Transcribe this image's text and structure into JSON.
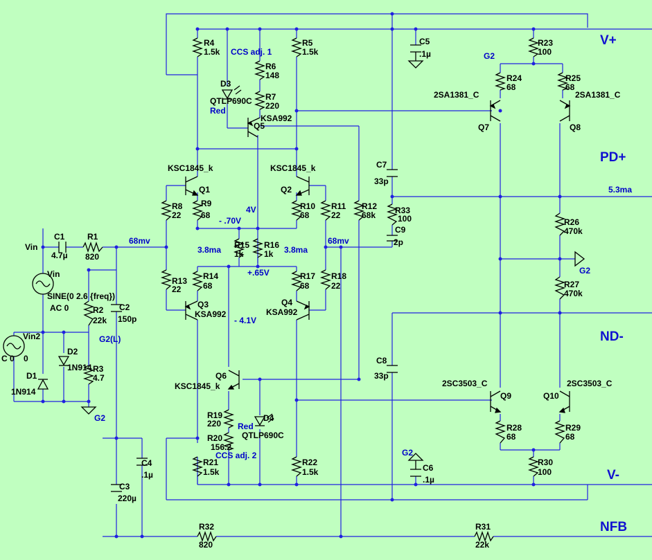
{
  "rails": {
    "vplus": "V+",
    "pdplus": "PD+",
    "ndminus": "ND-",
    "vminus": "V-",
    "nfb": "NFB"
  },
  "components": {
    "r1": {
      "ref": "R1",
      "value": "820"
    },
    "r2": {
      "ref": "R2",
      "value": "22k"
    },
    "r3": {
      "ref": "R3",
      "value": "4.7"
    },
    "r4": {
      "ref": "R4",
      "value": "1.5k"
    },
    "r5": {
      "ref": "R5",
      "value": "1.5k"
    },
    "r6": {
      "ref": "R6",
      "value": "148"
    },
    "r7": {
      "ref": "R7",
      "value": "220"
    },
    "r8": {
      "ref": "R8",
      "value": "22"
    },
    "r9": {
      "ref": "R9",
      "value": "68"
    },
    "r10": {
      "ref": "R10",
      "value": "68"
    },
    "r11": {
      "ref": "R11",
      "value": "22"
    },
    "r12": {
      "ref": "R12",
      "value": "68k"
    },
    "r13": {
      "ref": "R13",
      "value": "22"
    },
    "r14": {
      "ref": "R14",
      "value": "68"
    },
    "r15": {
      "ref": "R15",
      "value": "1k"
    },
    "r16": {
      "ref": "R16",
      "value": "1k"
    },
    "r17": {
      "ref": "R17",
      "value": "68"
    },
    "r18": {
      "ref": "R18",
      "value": "22"
    },
    "r19": {
      "ref": "R19",
      "value": "220"
    },
    "r20": {
      "ref": "R20",
      "value": "156.2"
    },
    "r21": {
      "ref": "R21",
      "value": "1.5k"
    },
    "r22": {
      "ref": "R22",
      "value": "1.5k"
    },
    "r23": {
      "ref": "R23",
      "value": "100"
    },
    "r24": {
      "ref": "R24",
      "value": "68"
    },
    "r25": {
      "ref": "R25",
      "value": "68"
    },
    "r26": {
      "ref": "R26",
      "value": "470k"
    },
    "r27": {
      "ref": "R27",
      "value": "470k"
    },
    "r28": {
      "ref": "R28",
      "value": "68"
    },
    "r29": {
      "ref": "R29",
      "value": "68"
    },
    "r30": {
      "ref": "R30",
      "value": "100"
    },
    "r31": {
      "ref": "R31",
      "value": "22k"
    },
    "r32": {
      "ref": "R32",
      "value": "820"
    },
    "r33": {
      "ref": "R33",
      "value": "100"
    },
    "c1": {
      "ref": "C1",
      "value": "4.7µ"
    },
    "c2": {
      "ref": "C2",
      "value": "150p"
    },
    "c3": {
      "ref": "C3",
      "value": "220µ"
    },
    "c4": {
      "ref": "C4",
      "value": ".1µ"
    },
    "c5": {
      "ref": "C5",
      "value": ".1µ"
    },
    "c6": {
      "ref": "C6",
      "value": ".1µ"
    },
    "c7": {
      "ref": "C7",
      "value": "33p"
    },
    "c8": {
      "ref": "C8",
      "value": "33p"
    },
    "c9": {
      "ref": "C9",
      "value": "2p"
    },
    "d1": {
      "ref": "D1",
      "value": "1N914"
    },
    "d2": {
      "ref": "D2",
      "value": "1N914"
    },
    "d3": {
      "ref": "D3",
      "value": "QTLP690C",
      "color": "Red"
    },
    "d4": {
      "ref": "D4",
      "value": "QTLP690C",
      "color": "Red"
    },
    "q1": {
      "ref": "Q1",
      "value": "KSC1845_k"
    },
    "q2": {
      "ref": "Q2",
      "value": "KSC1845_k"
    },
    "q3": {
      "ref": "Q3",
      "value": "KSA992"
    },
    "q4": {
      "ref": "Q4",
      "value": "KSA992"
    },
    "q5": {
      "ref": "Q5",
      "value": "KSA992"
    },
    "q6": {
      "ref": "Q6",
      "value": "KSC1845_k"
    },
    "q7": {
      "ref": "Q7",
      "value": "2SA1381_C"
    },
    "q8": {
      "ref": "Q8",
      "value": "2SA1381_C"
    },
    "q9": {
      "ref": "Q9",
      "value": "2SC3503_C"
    },
    "q10": {
      "ref": "Q10",
      "value": "2SC3503_C"
    }
  },
  "sources": {
    "vin_label": "Vin",
    "vin_src": "Vin",
    "vin_spec": "SINE(0 2.6 {freq})",
    "vin_ac": "AC 0",
    "vin2_src": "Vin2",
    "vin2_a": "C 0",
    "vin2_b": "0"
  },
  "annotations": {
    "ccs1": "CCS adj. 1",
    "ccs2": "CCS adj. 2",
    "g2a": "G2",
    "g2b": "G2",
    "g2c": "G2",
    "g2d": "G2",
    "g2l": "G2(L)",
    "v68a": "68mv",
    "v68b": "68mv",
    "m70": "- .70V",
    "v4": "4V",
    "i38a": "3.8ma",
    "i38b": "3.8ma",
    "p65": "+.65V",
    "m41": "- 4.1V",
    "i53": "5.3ma"
  },
  "colors": {
    "background": "#c0ffc0",
    "wire": "#2020e0",
    "component": "#000000",
    "label_blue": "#0000c8"
  }
}
